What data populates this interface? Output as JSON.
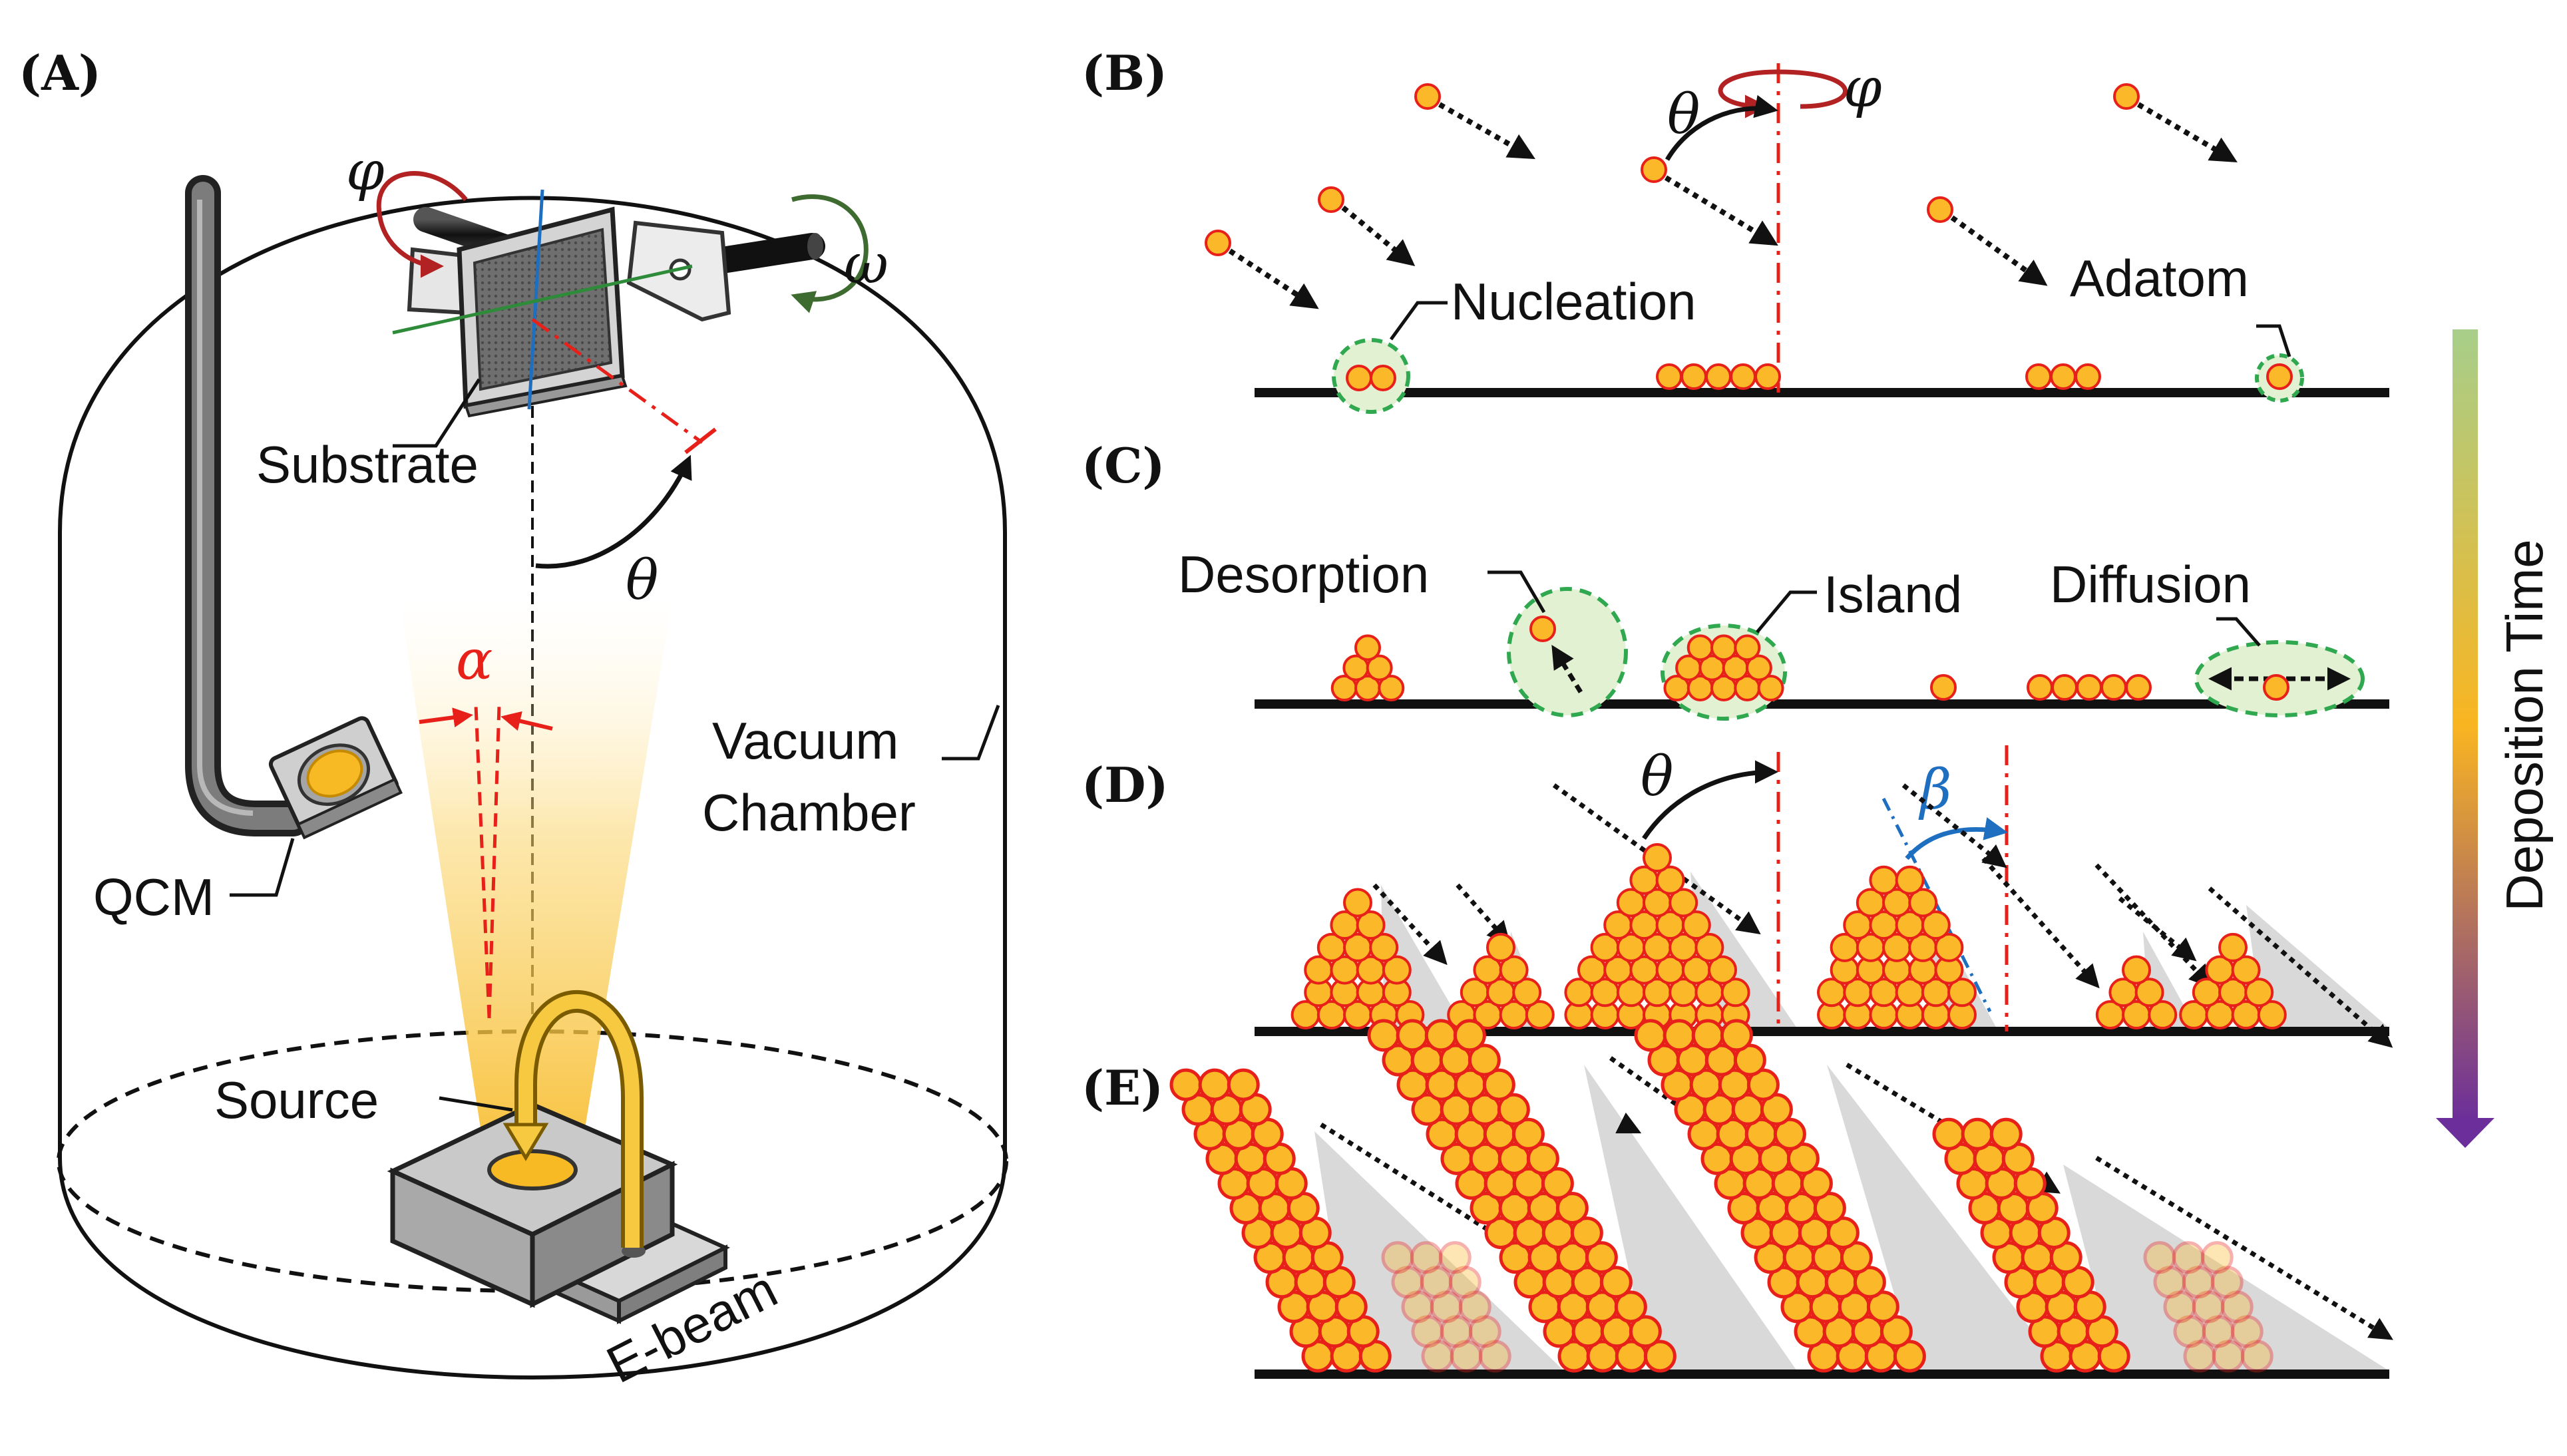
{
  "panels": {
    "a": "(A)",
    "b": "(B)",
    "c": "(C)",
    "d": "(D)",
    "e": "(E)"
  },
  "labels": {
    "substrate": "Substrate",
    "qcm": "QCM",
    "source": "Source",
    "ebeam": "E-beam",
    "vacuum_1": "Vacuum",
    "vacuum_2": "Chamber",
    "nucleation": "Nucleation",
    "adatom": "Adatom",
    "desorption": "Desorption",
    "island": "Island",
    "diffusion": "Diffusion",
    "deposition_time": "Deposition Time"
  },
  "symbols": {
    "phi": "φ",
    "omega": "ω",
    "theta": "θ",
    "alpha": "α",
    "beta": "β"
  },
  "colors": {
    "atom_fill": "#FBB829",
    "atom_stroke": "#E8201A",
    "highlight_green": "#2FA84F",
    "highlight_fill": "#E3F1D3",
    "axis_red": "#E8201A",
    "beta_blue": "#1F6FC0",
    "shadow_grey": "#D9D9D9",
    "substrate_line": "#111111",
    "time_top": "#A7CE8A",
    "time_mid": "#F9B521",
    "time_bottom": "#6B2E9A",
    "beam": "#F9C53B"
  }
}
